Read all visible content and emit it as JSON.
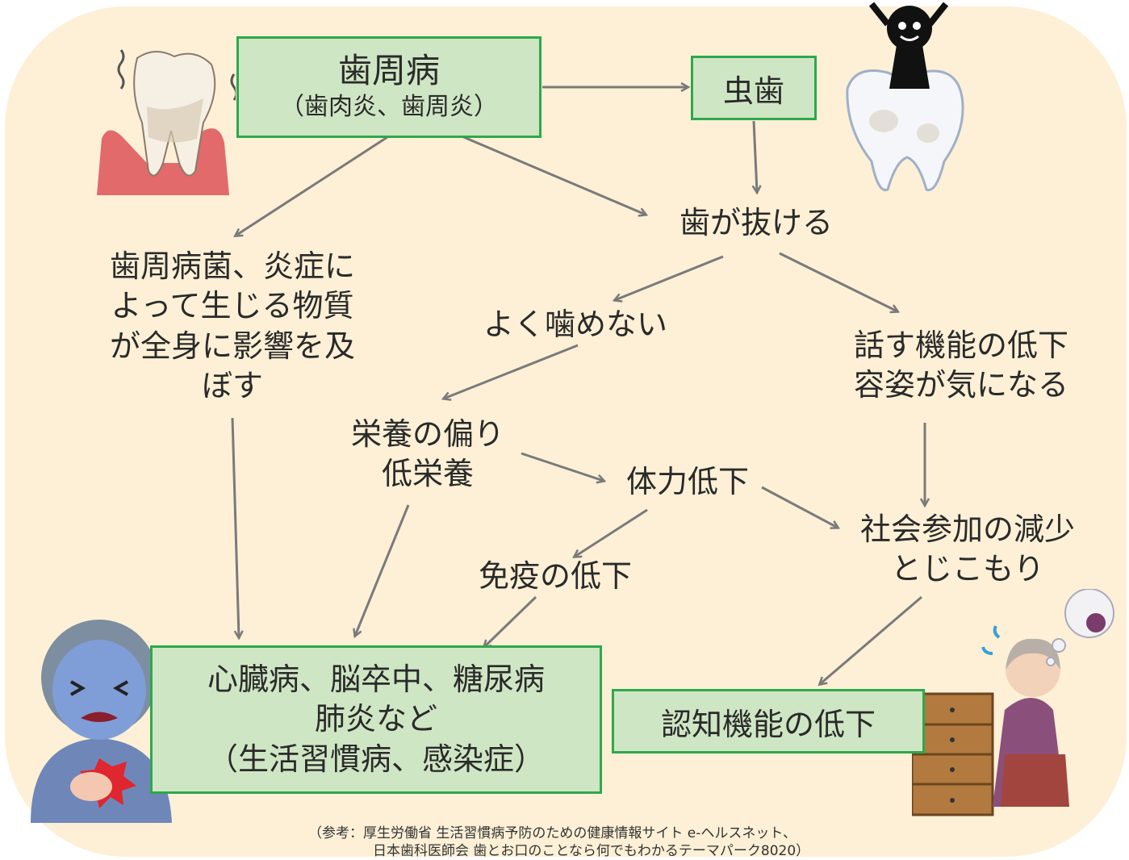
{
  "nodes": {
    "periodontal": {
      "title": "歯周病",
      "sub": "（歯肉炎、歯周炎）"
    },
    "caries": "虫歯",
    "tooth_loss": "歯が抜ける",
    "bacteria_effect": [
      "歯周病菌、炎症に",
      "よって生じる物質",
      "が全身に影響を及",
      "ぼす"
    ],
    "cant_chew": "よく噛めない",
    "speech_decline": [
      "話す機能の低下",
      "容姿が気になる"
    ],
    "nutrition": [
      "栄養の偏り",
      "低栄養"
    ],
    "stamina": "体力低下",
    "social": [
      "社会参加の減少",
      "とじこもり"
    ],
    "immunity": "免疫の低下",
    "diseases": [
      "心臓病、脳卒中、糖尿病",
      "肺炎など",
      "（生活習慣病、感染症）"
    ],
    "cognitive": "認知機能の低下"
  },
  "reference": [
    "（参考：厚生労働省 生活習慣病予防のための健康情報サイト e-ヘルスネット、",
    "日本歯科医師会 歯とお口のことなら何でもわかるテーマパーク8020）"
  ],
  "colors": {
    "background": "#fdf0d6",
    "box_fill": "#cfe6c4",
    "box_border": "#2ea84b",
    "arrow": "#7a7a7a"
  }
}
